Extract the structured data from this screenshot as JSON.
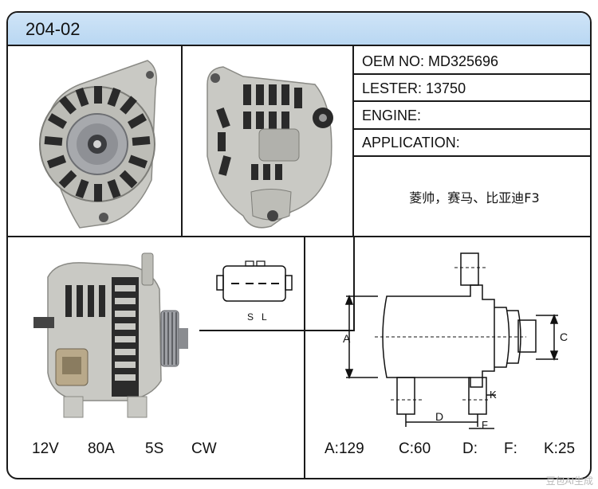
{
  "header": {
    "model": "204-02"
  },
  "specs": {
    "oem": "OEM NO: MD325696",
    "lester": "LESTER: 13750",
    "engine": "ENGINE:",
    "application": "APPLICATION:",
    "vehicles": "菱帅，赛马、比亚迪F3"
  },
  "connector": {
    "pin_s": "S",
    "pin_l": "L"
  },
  "ratings": {
    "voltage": "12V",
    "current": "80A",
    "pulley": "5S",
    "rotation": "CW"
  },
  "diagram_labels": {
    "a": "A",
    "c": "C",
    "d": "D",
    "f": "F",
    "k": "K"
  },
  "dimensions": {
    "a": "A:129",
    "c": "C:60",
    "d": "D:",
    "f": "F:",
    "k": "K:25"
  },
  "watermark": "豆包AI生成",
  "colors": {
    "header_bg": "#c4ddf4",
    "border": "#1a1a1a",
    "metal": "#c9c9c4"
  }
}
